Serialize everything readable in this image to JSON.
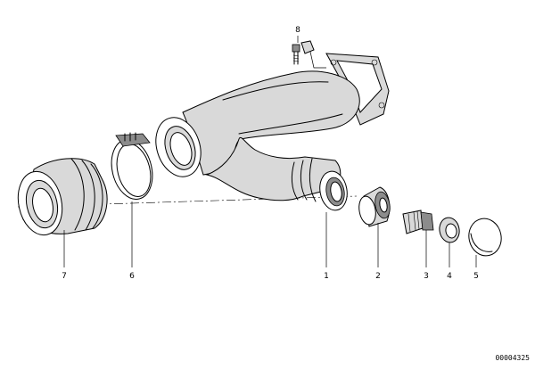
{
  "diagram": {
    "part_labels": {
      "p1": "1",
      "p2": "2",
      "p3": "3",
      "p4": "4",
      "p5": "5",
      "p6": "6",
      "p7": "7",
      "p8": "8"
    },
    "catalog_code": "00004325"
  }
}
